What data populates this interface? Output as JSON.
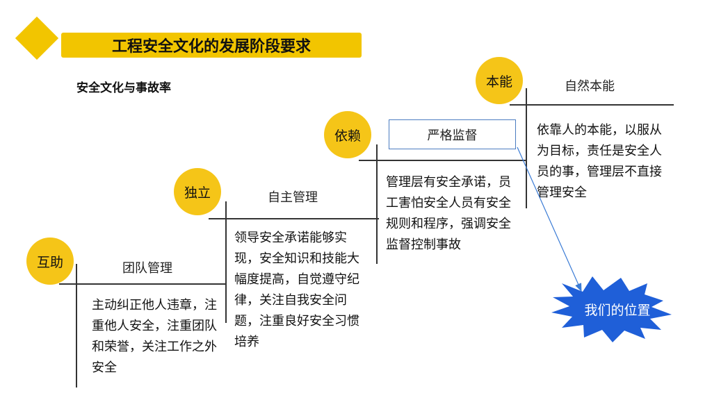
{
  "header": {
    "title": "工程安全文化的发展阶段要求",
    "subtitle": "安全文化与事故率"
  },
  "stages": [
    {
      "circle": "互助",
      "label": "团队管理",
      "desc": "主动纠正他人违章，注重他人安全，注重团队和荣誉，关注工作之外安全"
    },
    {
      "circle": "独立",
      "label": "自主管理",
      "desc": "领导安全承诺能够实现，安全知识和技能大幅度提高，自觉遵守纪律，关注自我安全问题，注重良好安全习惯培养"
    },
    {
      "circle": "依赖",
      "label": "严格监督",
      "desc": "管理层有安全承诺，员工害怕安全人员有安全规则和程序，强调安全监督控制事故"
    },
    {
      "circle": "本能",
      "label": "自然本能",
      "desc": "依靠人的本能，以服从为目标，责任是安全人员的事，管理层不直接管理安全"
    }
  ],
  "callout": {
    "label": "我们的位置"
  },
  "colors": {
    "accent": "#f2c500",
    "circle": "#f5c518",
    "burst": "#1f5fd8",
    "arrow": "#3a7bd5"
  }
}
